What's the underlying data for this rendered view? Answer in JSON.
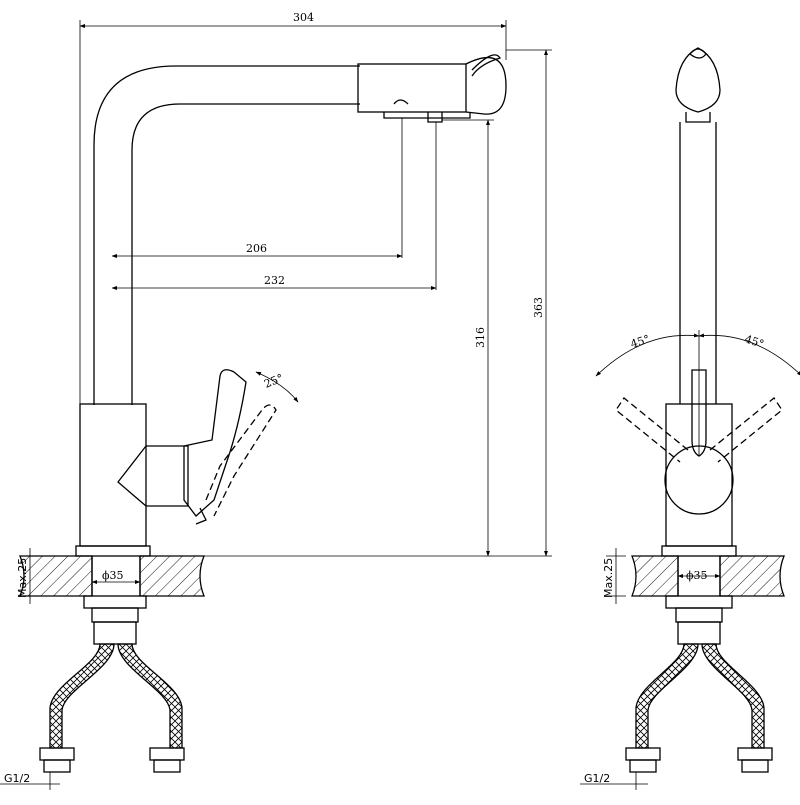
{
  "dimensions": {
    "width": "304",
    "height_total": "363",
    "height_outlet": "316",
    "reach_a": "206",
    "reach_b": "232",
    "lever_angle": "25°",
    "swivel_left": "45°",
    "swivel_right": "45°",
    "hole_diameter": "ϕ35",
    "worktop_max": "Max.25",
    "thread": "G1/2"
  },
  "colors": {
    "line": "#000000",
    "background": "#ffffff"
  }
}
